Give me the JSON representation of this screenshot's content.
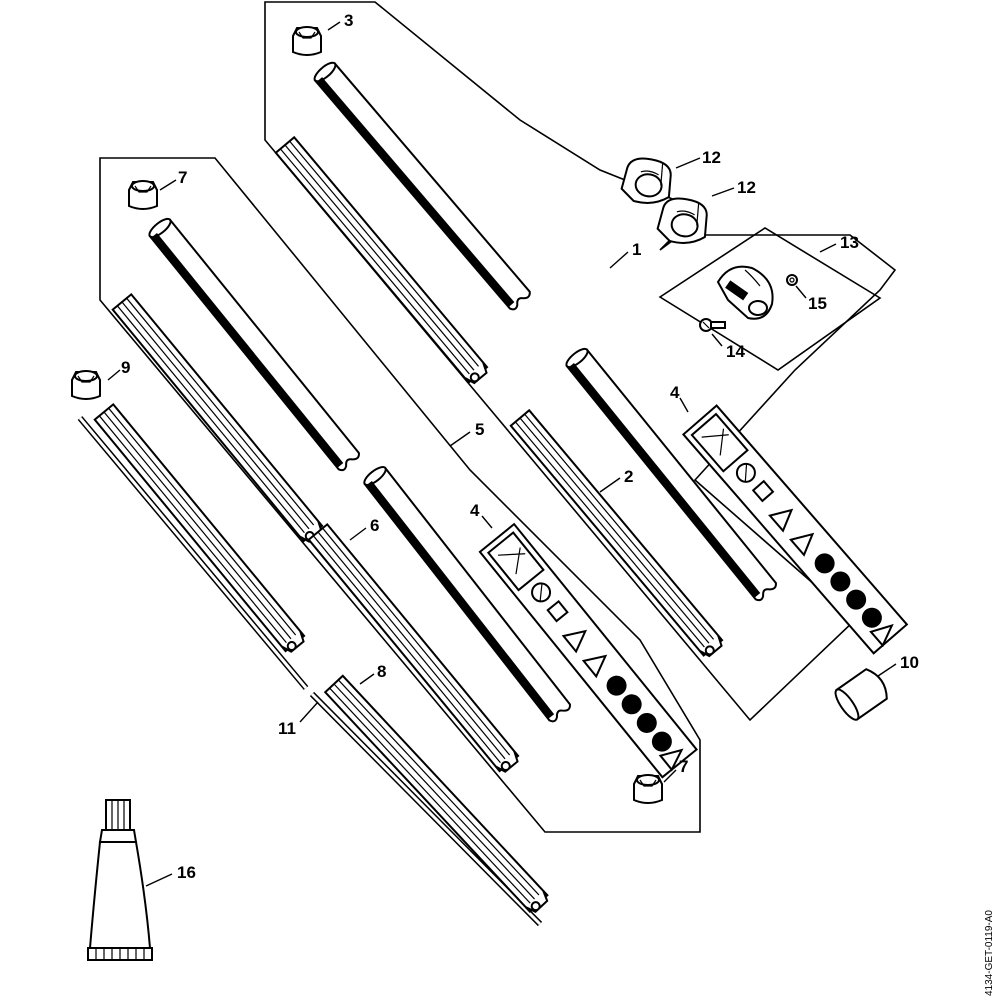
{
  "diagram": {
    "callouts": {
      "p1": "1",
      "p2": "2",
      "p3": "3",
      "p4a": "4",
      "p4b": "4",
      "p5": "5",
      "p6": "6",
      "p7a": "7",
      "p7b": "7",
      "p8": "8",
      "p9": "9",
      "p10": "10",
      "p11": "11",
      "p12a": "12",
      "p12b": "12",
      "p13": "13",
      "p14": "14",
      "p15": "15",
      "p16": "16"
    },
    "document_code": "4134-GET-0119-A0",
    "line_color": "#000000",
    "background_color": "#ffffff"
  }
}
